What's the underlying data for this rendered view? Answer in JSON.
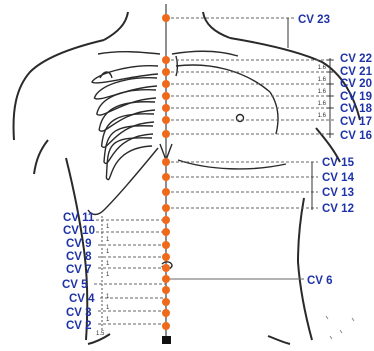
{
  "colors": {
    "point": "#ee6a1a",
    "label": "#1f33a8",
    "outline": "#2a2a2a",
    "leader": "#666666"
  },
  "points": {
    "left_labels": [
      {
        "id": "cv11",
        "text": "CV 11"
      },
      {
        "id": "cv10",
        "text": "CV 10"
      },
      {
        "id": "cv9",
        "text": "CV 9"
      },
      {
        "id": "cv8",
        "text": "CV 8"
      },
      {
        "id": "cv7",
        "text": "CV 7"
      },
      {
        "id": "cv5",
        "text": "CV 5"
      },
      {
        "id": "cv4",
        "text": "CV 4"
      },
      {
        "id": "cv3",
        "text": "CV 3"
      },
      {
        "id": "cv2",
        "text": "CV 2"
      }
    ],
    "right_labels": [
      {
        "id": "cv23",
        "text": "CV 23"
      },
      {
        "id": "cv22",
        "text": "CV 22"
      },
      {
        "id": "cv21",
        "text": "CV 21"
      },
      {
        "id": "cv20",
        "text": "CV 20"
      },
      {
        "id": "cv19",
        "text": "CV 19"
      },
      {
        "id": "cv18",
        "text": "CV 18"
      },
      {
        "id": "cv17",
        "text": "CV 17"
      },
      {
        "id": "cv16",
        "text": "CV 16"
      },
      {
        "id": "cv15",
        "text": "CV 15"
      },
      {
        "id": "cv14",
        "text": "CV 14"
      },
      {
        "id": "cv13",
        "text": "CV 13"
      },
      {
        "id": "cv12",
        "text": "CV 12"
      },
      {
        "id": "cv6",
        "text": "CV 6"
      }
    ]
  },
  "measurements": {
    "chest": [
      "1.6",
      "1.6",
      "1.6",
      "1.6",
      "1.6"
    ],
    "abdomen": [
      "1",
      "1",
      "1",
      "1",
      "1",
      "1",
      "1",
      "1"
    ],
    "pubic": "1.5"
  }
}
